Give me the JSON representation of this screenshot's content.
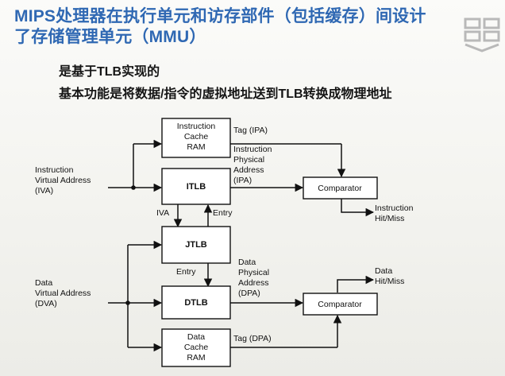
{
  "slide": {
    "title_line1": "MIPS处理器在执行单元和访存部件（包括缓存）间设计",
    "title_line2": "了存储管理单元（MMU）",
    "bullets": [
      "是基于TLB实现的",
      "基本功能是将数据/指令的虚拟地址送到TLB转换成物理地址"
    ]
  },
  "diagram": {
    "nodes": {
      "icache": [
        "Instruction",
        "Cache",
        "RAM"
      ],
      "itlb": [
        "ITLB"
      ],
      "jtlb": [
        "JTLB"
      ],
      "dtlb": [
        "DTLB"
      ],
      "dcache": [
        "Data",
        "Cache",
        "RAM"
      ],
      "comp_top": [
        "Comparator"
      ],
      "comp_bot": [
        "Comparator"
      ]
    },
    "labels": {
      "instr_va": [
        "Instruction",
        "Virtual Address",
        "(IVA)"
      ],
      "data_va": [
        "Data",
        "Virtual Address",
        "(DVA)"
      ],
      "tag_ipa": [
        "Tag (IPA)"
      ],
      "ipa": [
        "Instruction",
        "Physical",
        "Address",
        "(IPA)"
      ],
      "iva": [
        "IVA"
      ],
      "entry_up": [
        "Entry"
      ],
      "entry_down": [
        "Entry"
      ],
      "dpa": [
        "Data",
        "Physical",
        "Address",
        "(DPA)"
      ],
      "tag_dpa": [
        "Tag (DPA)"
      ],
      "instr_hit": [
        "Instruction",
        "Hit/Miss"
      ],
      "data_hit": [
        "Data",
        "Hit/Miss"
      ]
    }
  }
}
